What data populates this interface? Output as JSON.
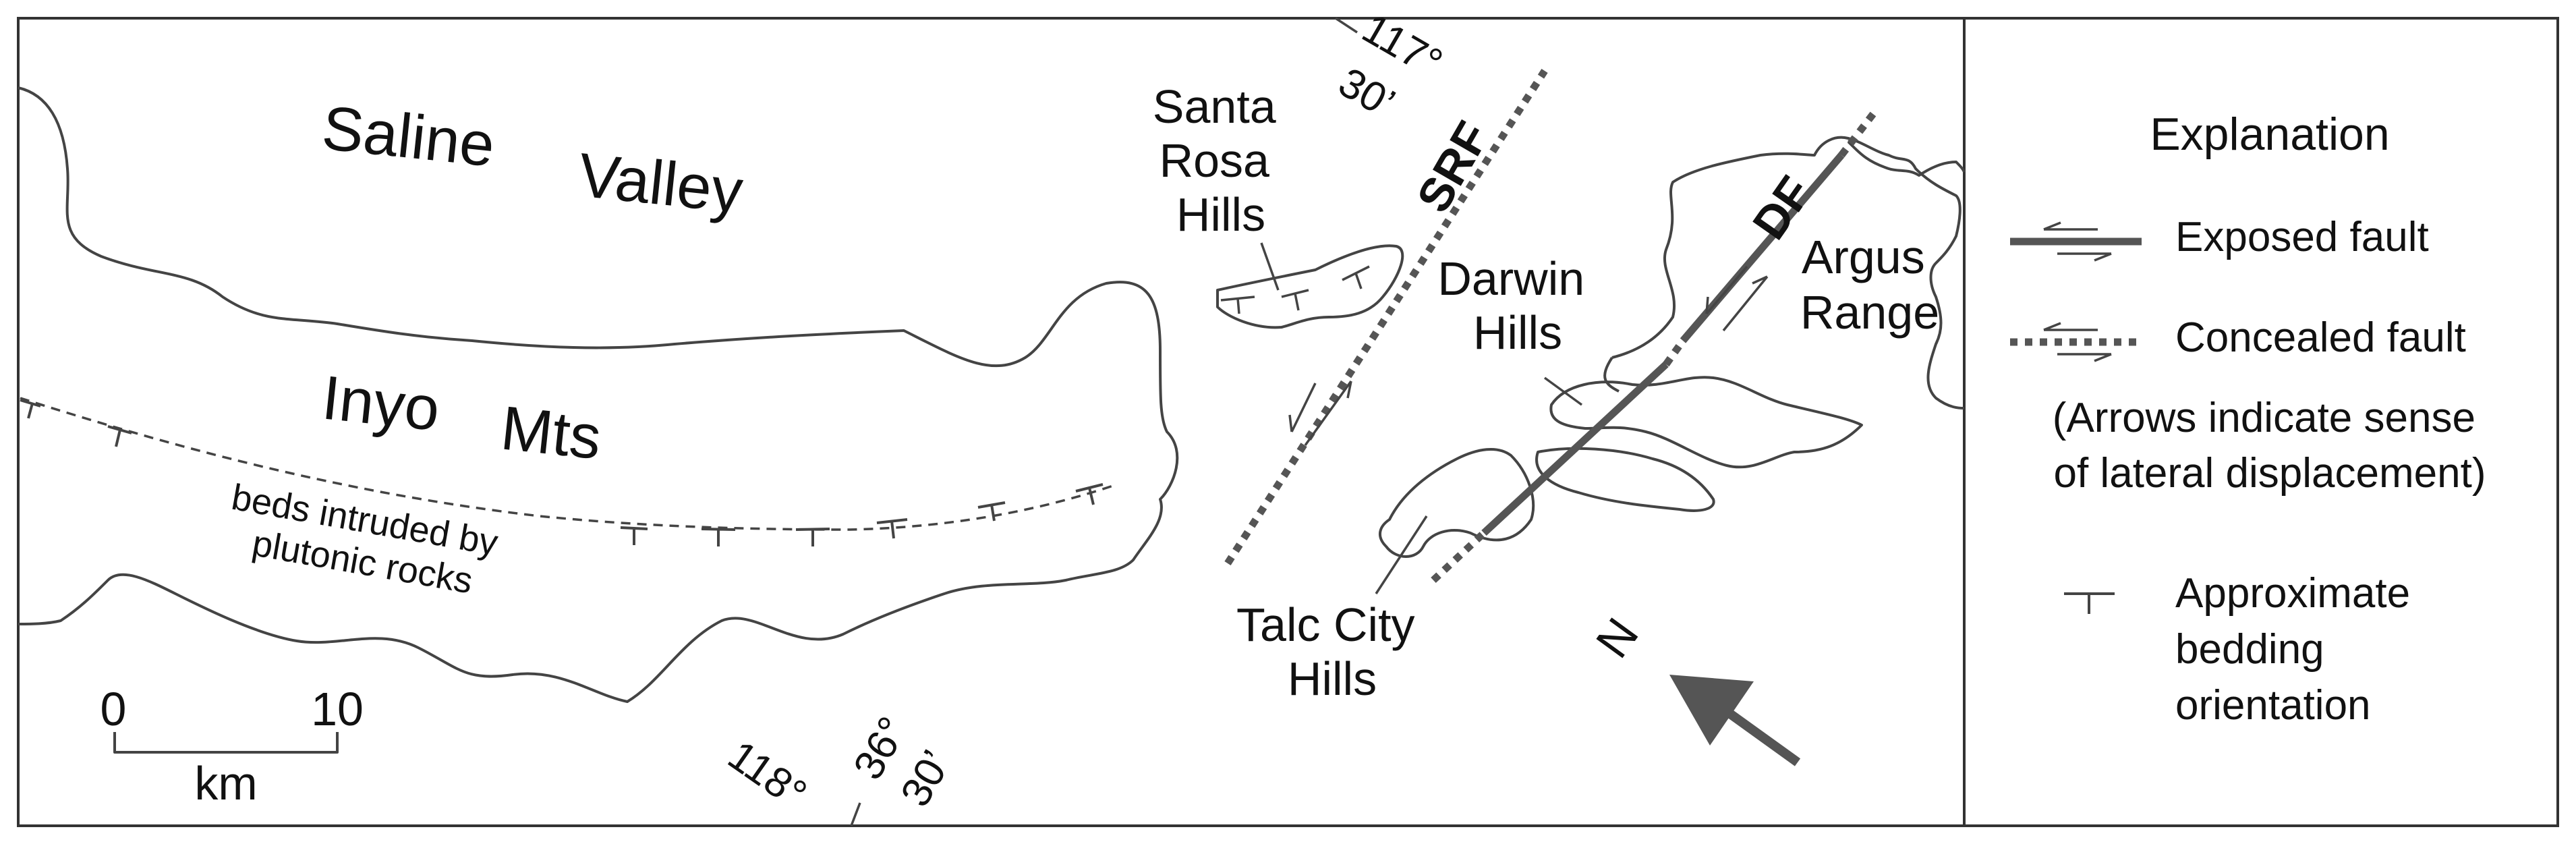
{
  "map": {
    "regions": {
      "saline_valley_1": "Saline",
      "saline_valley_2": "Valley",
      "inyo_mts_1": "Inyo",
      "inyo_mts_2": "Mts"
    },
    "places": {
      "santa_rosa_hills": [
        "Santa",
        "Rosa",
        "Hills"
      ],
      "darwin_hills": [
        "Darwin",
        "Hills"
      ],
      "argus_range": [
        "Argus",
        "Range"
      ],
      "talc_city_hills": [
        "Talc City",
        "Hills"
      ]
    },
    "faults": {
      "srf": "SRF",
      "df": "DF"
    },
    "bedding_note": [
      "beds intruded by",
      "plutonic rocks"
    ],
    "coordinates": {
      "lon_117_deg": "117°",
      "lon_117_min": "30’",
      "lon_118_deg": "118°",
      "lat_36_deg": "36°",
      "lat_36_min": "30’"
    },
    "scale_bar": {
      "start": "0",
      "end": "10",
      "unit": "km"
    },
    "north_label": "N"
  },
  "legend": {
    "title": "Explanation",
    "exposed_fault": "Exposed fault",
    "concealed_fault": "Concealed fault",
    "arrows_note": [
      "(Arrows indicate sense",
      "of lateral displacement)"
    ],
    "bedding": [
      "Approximate",
      "bedding",
      "orientation"
    ]
  },
  "colors": {
    "fault": "#555555",
    "outline": "#444444",
    "text": "#111111"
  }
}
